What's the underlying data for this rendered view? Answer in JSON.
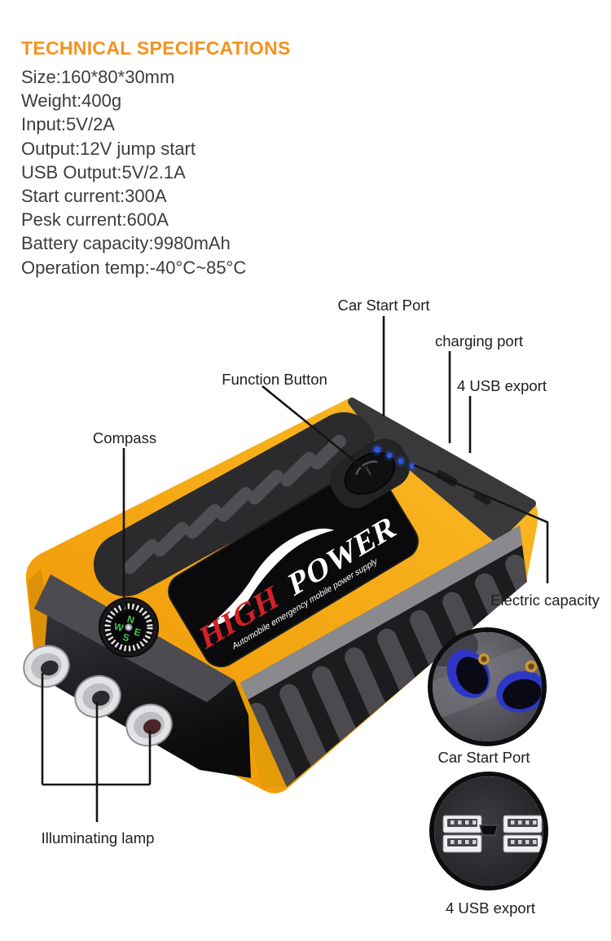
{
  "title": "TECHNICAL SPECIFCATIONS",
  "specs": [
    "Size:160*80*30mm",
    "Weight:400g",
    "Input:5V/2A",
    "Output:12V jump start",
    "USB Output:5V/2.1A",
    "Start current:300A",
    "Pesk current:600A",
    "Battery capacity:9980mAh",
    "Operation temp:-40°C~85°C"
  ],
  "callouts": {
    "car_start_port": "Car Start Port",
    "charging_port": "charging port",
    "function_button": "Function Button",
    "usb_export": "4 USB export",
    "compass": "Compass",
    "electric_capacity": "Electric capacity",
    "illuminating_lamp": "Illuminating lamp"
  },
  "insets": [
    {
      "label": "Car Start Port"
    },
    {
      "label": "4 USB export"
    }
  ],
  "device": {
    "brand_red": "HIGH",
    "brand_white": "POWER",
    "brand_subtitle": "Automobile emergency mobile power supply",
    "compass": {
      "n": "N",
      "e": "E",
      "s": "S",
      "w": "W"
    }
  },
  "colors": {
    "title_orange": "#F6921E",
    "body_yellow": "#F5A30F",
    "brand_red": "#D42127",
    "led_blue": "#2F55E0",
    "compass_green": "#3FC74B",
    "port_blue": "#2E37C5"
  }
}
